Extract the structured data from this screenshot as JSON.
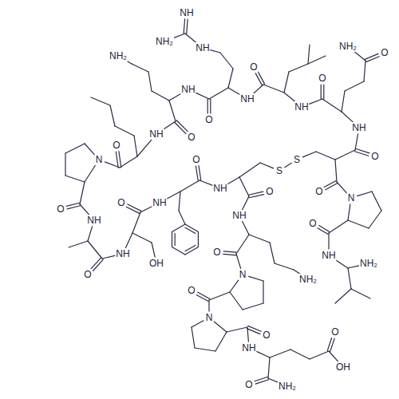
{
  "diagram": {
    "labels": [
      "NH",
      "NH₂",
      "NH",
      "NH₂",
      "O",
      "NH₂",
      "O",
      "NH",
      "NH",
      "O",
      "NH",
      "O",
      "NH",
      "NH",
      "O",
      "O",
      "N",
      "S",
      "O",
      "S",
      "NH",
      "O",
      "O",
      "O",
      "N",
      "O",
      "NH",
      "O",
      "NH",
      "NH",
      "O",
      "O",
      "NH",
      "NH",
      "OH",
      "NH₂",
      "O",
      "N",
      "NH₂",
      "O",
      "N",
      "O",
      "O",
      "NH",
      "OH",
      "O",
      "NH₂"
    ]
  }
}
